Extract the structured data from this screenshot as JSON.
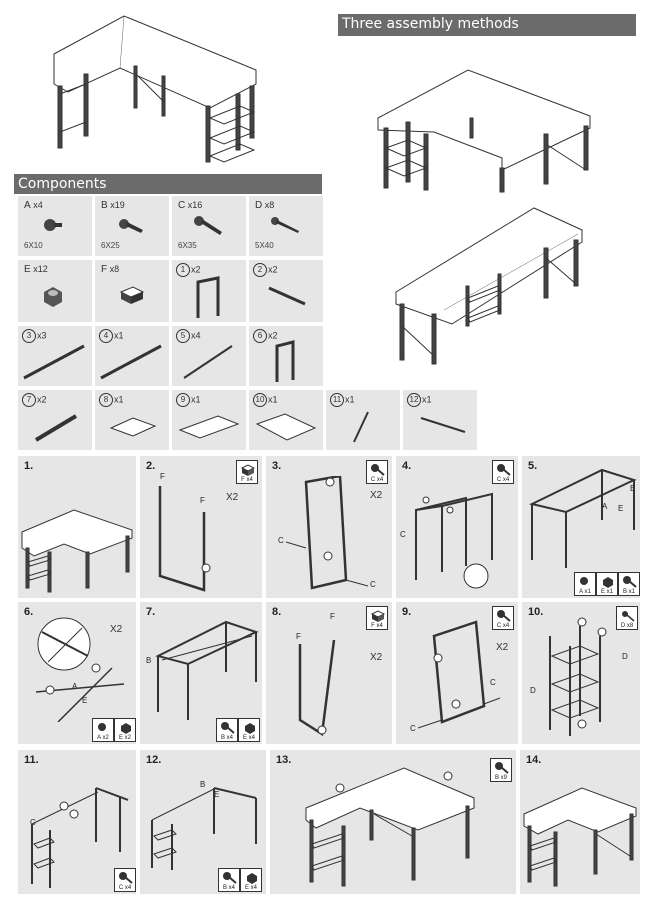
{
  "headers": {
    "methods": "Three assembly methods",
    "components": "Components"
  },
  "components": [
    {
      "letter": "A",
      "qty": "x4",
      "size": "6X10"
    },
    {
      "letter": "B",
      "qty": "x19",
      "size": "6X25"
    },
    {
      "letter": "C",
      "qty": "x16",
      "size": "6X35"
    },
    {
      "letter": "D",
      "qty": "x8",
      "size": "5X40"
    },
    {
      "letter": "E",
      "qty": "x12",
      "size": ""
    },
    {
      "letter": "F",
      "qty": "x8",
      "size": ""
    },
    {
      "letter": "1",
      "qty": "x2",
      "size": ""
    },
    {
      "letter": "2",
      "qty": "x2",
      "size": ""
    },
    {
      "letter": "3",
      "qty": "x3",
      "size": ""
    },
    {
      "letter": "4",
      "qty": "x1",
      "size": ""
    },
    {
      "letter": "5",
      "qty": "x4",
      "size": ""
    },
    {
      "letter": "6",
      "qty": "x2",
      "size": ""
    },
    {
      "letter": "7",
      "qty": "x2",
      "size": ""
    },
    {
      "letter": "8",
      "qty": "x1",
      "size": ""
    },
    {
      "letter": "9",
      "qty": "x1",
      "size": ""
    },
    {
      "letter": "10",
      "qty": "x1",
      "size": ""
    },
    {
      "letter": "11",
      "qty": "x1",
      "size": ""
    },
    {
      "letter": "12",
      "qty": "x1",
      "size": ""
    }
  ],
  "steps": {
    "s1": "1.",
    "s2": "2.",
    "s3": "3.",
    "s4": "4.",
    "s5": "5.",
    "s6": "6.",
    "s7": "7.",
    "s8": "8.",
    "s9": "9.",
    "s10": "10.",
    "s11": "11.",
    "s12": "12.",
    "s13": "13.",
    "s14": "14."
  },
  "multipliers": {
    "s2": "X2",
    "s3": "X2",
    "s6": "X2",
    "s8": "X2",
    "s9": "X2"
  },
  "badges": {
    "s2": "F x4",
    "s3": "C x4",
    "s4": "C x4",
    "s5a": "A x1",
    "s5b": "E x1",
    "s5c": "B x1",
    "s6a": "A x2",
    "s6b": "E x2",
    "s7a": "B x4",
    "s7b": "E x4",
    "s8": "F x4",
    "s9": "C x4",
    "s10": "D x8",
    "s11": "C x4",
    "s12a": "B x4",
    "s12b": "E x4",
    "s13": "B x9"
  },
  "labels": {
    "F": "F",
    "C": "C",
    "B": "B",
    "A": "A",
    "E": "E",
    "D": "D",
    "n1": "1",
    "n2": "2",
    "n3": "3",
    "n4": "4",
    "n5": "5",
    "n6": "6",
    "n7": "7",
    "n8": "8",
    "n9": "9",
    "n10": "10",
    "n11": "11",
    "n12": "12"
  }
}
